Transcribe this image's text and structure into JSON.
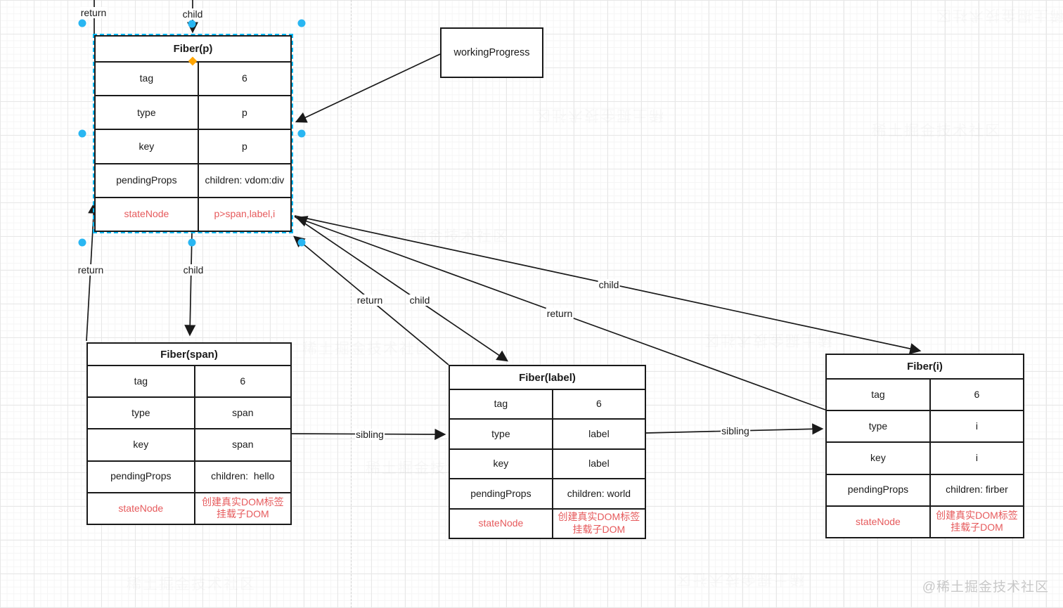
{
  "canvas": {
    "watermark": "@稀土掘金技术社区",
    "ghost_text": "稀土掘金技术社区"
  },
  "boxes": {
    "working_progress": "workingProgress"
  },
  "edge_labels": {
    "return_top": "return",
    "child_top": "child",
    "return_span": "return",
    "child_span": "child",
    "return_label_edge": "return",
    "child_label_edge": "child",
    "return_i_edge": "return",
    "child_i_edge": "child",
    "sibling_1": "sibling",
    "sibling_2": "sibling"
  },
  "tables": [
    {
      "title": "Fiber(p)",
      "rows": [
        {
          "k": "tag",
          "v": "6"
        },
        {
          "k": "type",
          "v": "p"
        },
        {
          "k": "key",
          "v": "p"
        },
        {
          "k": "pendingProps",
          "v": "children: vdom:div"
        },
        {
          "k": "stateNode",
          "v": "p>span,label,i"
        }
      ]
    },
    {
      "title": "Fiber(span)",
      "rows": [
        {
          "k": "tag",
          "v": "6"
        },
        {
          "k": "type",
          "v": "span"
        },
        {
          "k": "key",
          "v": "span"
        },
        {
          "k": "pendingProps",
          "v": "children:  hello"
        },
        {
          "k": "stateNode",
          "v": "创建真实DOM标签 挂载子DOM"
        }
      ]
    },
    {
      "title": "Fiber(label)",
      "rows": [
        {
          "k": "tag",
          "v": "6"
        },
        {
          "k": "type",
          "v": "label"
        },
        {
          "k": "key",
          "v": "label"
        },
        {
          "k": "pendingProps",
          "v": "children: world"
        },
        {
          "k": "stateNode",
          "v": "创建真实DOM标签 挂载子DOM"
        }
      ]
    },
    {
      "title": "Fiber(i)",
      "rows": [
        {
          "k": "tag",
          "v": "6"
        },
        {
          "k": "type",
          "v": "i"
        },
        {
          "k": "key",
          "v": "i"
        },
        {
          "k": "pendingProps",
          "v": "children: firber"
        },
        {
          "k": "stateNode",
          "v": "创建真实DOM标签 挂载子DOM"
        }
      ]
    }
  ],
  "colors": {
    "accent_red": "#e65a5c",
    "selection_blue": "#29b6f2",
    "handle_orange": "#ffa500",
    "stroke": "#1a1a1a"
  }
}
